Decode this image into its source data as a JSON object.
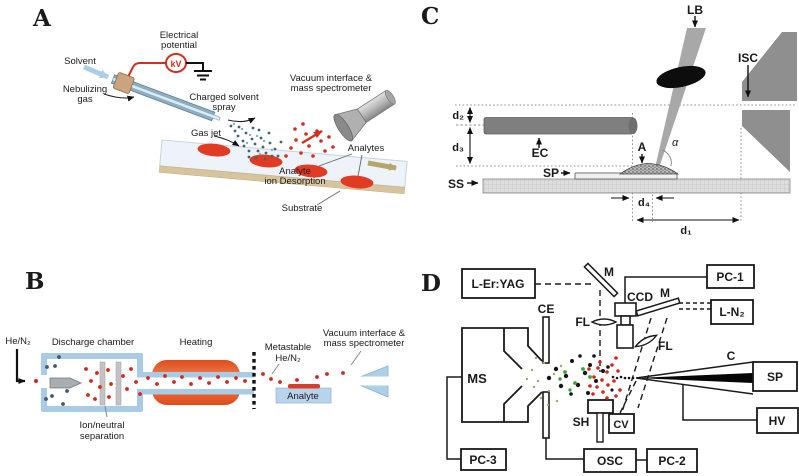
{
  "panelA": {
    "letter": "A",
    "labels": {
      "electrical_potential_line1": "Electrical",
      "electrical_potential_line2": "potential",
      "kv": "kV",
      "solvent": "Solvent",
      "nebulizing_line1": "Nebulizing",
      "nebulizing_line2": "gas",
      "charged_spray_line1": "Charged solvent",
      "charged_spray_line2": "spray",
      "gas_jet": "Gas jet",
      "vacuum_line1": "Vacuum interface &",
      "vacuum_line2": "mass spectrometer",
      "analytes": "Analytes",
      "desorption_line1": "Analyte",
      "desorption_line2": "ion Desorption",
      "substrate": "Substrate"
    }
  },
  "panelB": {
    "letter": "B",
    "labels": {
      "gas": "He/N₂",
      "discharge_chamber": "Discharge chamber",
      "heating": "Heating",
      "metastable_line1": "Metastable",
      "metastable_line2": "He/N₂",
      "vacuum_line1": "Vacuum interface &",
      "vacuum_line2": "mass spectrometer",
      "analyte": "Analyte",
      "separation_line1": "Ion/neutral",
      "separation_line2": "separation"
    }
  },
  "panelC": {
    "letter": "C",
    "labels": {
      "lb": "LB",
      "isc": "ISC",
      "ec": "EC",
      "ss": "SS",
      "sp": "SP",
      "sample": "A",
      "alpha": "α",
      "d1": "d₁",
      "d2": "d₂",
      "d3": "d₃",
      "d4": "d₄"
    }
  },
  "panelD": {
    "letter": "D",
    "labels": {
      "laser_eryag": "L-Er:YAG",
      "mirror1": "M",
      "mirror2": "M",
      "pc1": "PC-1",
      "ccd": "CCD",
      "laser_n2": "L-N₂",
      "fl1": "FL",
      "fl2": "FL",
      "ce": "CE",
      "ms": "MS",
      "capillary": "C",
      "sp": "SP",
      "hv": "HV",
      "sh": "SH",
      "cv": "CV",
      "osc": "OSC",
      "pc2": "PC-2",
      "pc3": "PC-3"
    }
  },
  "colors": {
    "accent_red": "#d0301e",
    "light_blue": "#a9cbe5",
    "heater_orange": "#ee6636",
    "analyte_spot_red": "#e23b24",
    "metal_gray": "#8f8f8f",
    "dot_red": "#d02a1a",
    "dot_green": "#3fa33f",
    "dot_dark": "#44586a"
  }
}
